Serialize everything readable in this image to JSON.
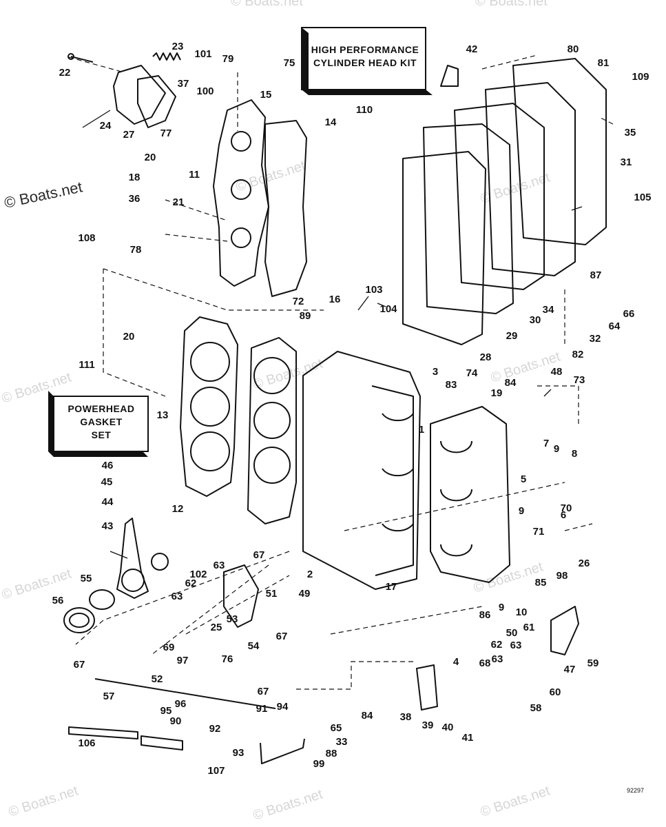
{
  "watermarks": [
    "© Boats.net",
    "© Boats.net",
    "© Boats.net",
    "© Boats.net",
    "© Boats.net",
    "© Boats.net",
    "© Boats.net",
    "© Boats.net",
    "© Boats.net",
    "© Boats.net",
    "© Boats.net",
    "© Boats.net",
    "© Boats.net"
  ],
  "boxes": {
    "high_performance": [
      "HIGH PERFORMANCE",
      "CYLINDER HEAD KIT"
    ],
    "powerhead": [
      "POWERHEAD",
      "GASKET",
      "SET"
    ]
  },
  "figure_number": "92297",
  "parts": [
    "1",
    "2",
    "3",
    "4",
    "5",
    "6",
    "7",
    "8",
    "9",
    "9",
    "9",
    "10",
    "11",
    "12",
    "13",
    "14",
    "15",
    "16",
    "17",
    "18",
    "19",
    "20",
    "20",
    "21",
    "22",
    "23",
    "24",
    "25",
    "26",
    "27",
    "28",
    "29",
    "30",
    "31",
    "32",
    "33",
    "34",
    "35",
    "36",
    "37",
    "38",
    "39",
    "40",
    "41",
    "42",
    "43",
    "44",
    "45",
    "46",
    "47",
    "48",
    "49",
    "50",
    "51",
    "52",
    "53",
    "54",
    "55",
    "56",
    "57",
    "58",
    "59",
    "60",
    "61",
    "62",
    "62",
    "63",
    "63",
    "63",
    "63",
    "64",
    "65",
    "66",
    "67",
    "67",
    "67",
    "67",
    "68",
    "69",
    "70",
    "71",
    "72",
    "73",
    "74",
    "75",
    "76",
    "77",
    "78",
    "79",
    "80",
    "81",
    "82",
    "83",
    "84",
    "84",
    "85",
    "86",
    "87",
    "88",
    "89",
    "90",
    "91",
    "92",
    "93",
    "94",
    "95",
    "96",
    "97",
    "98",
    "99",
    "100",
    "101",
    "102",
    "103",
    "104",
    "105",
    "106",
    "107",
    "108",
    "109",
    "110",
    "111"
  ]
}
